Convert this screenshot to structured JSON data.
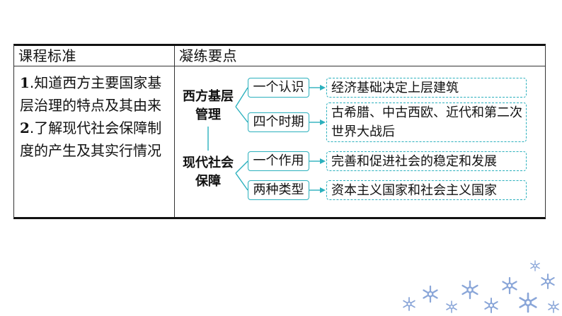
{
  "header": {
    "col1": "课程标准",
    "col2": "凝练要点"
  },
  "standards": [
    {
      "num": "1",
      "text": ".知道西方主要国家基层治理的特点及其由来"
    },
    {
      "num": "2",
      "text": ".了解现代社会保障制度的产生及其实行情况"
    }
  ],
  "groups": [
    {
      "label": "西方基层管理",
      "branches": [
        {
          "label": "一个认识",
          "point": "经济基础决定上层建筑"
        },
        {
          "label": "四个时期",
          "point": "古希腊、中古西欧、近代和第二次世界大战后"
        }
      ]
    },
    {
      "label": "现代社会保障",
      "branches": [
        {
          "label": "一个作用",
          "point": "完善和促进社会的稳定和发展"
        },
        {
          "label": "两种类型",
          "point": "资本主义国家和社会主义国家"
        }
      ]
    }
  ],
  "colors": {
    "accent": "#2bb0bd",
    "decor": "#8aa6d8"
  },
  "icons": {
    "decor": "snowflake-icon"
  }
}
